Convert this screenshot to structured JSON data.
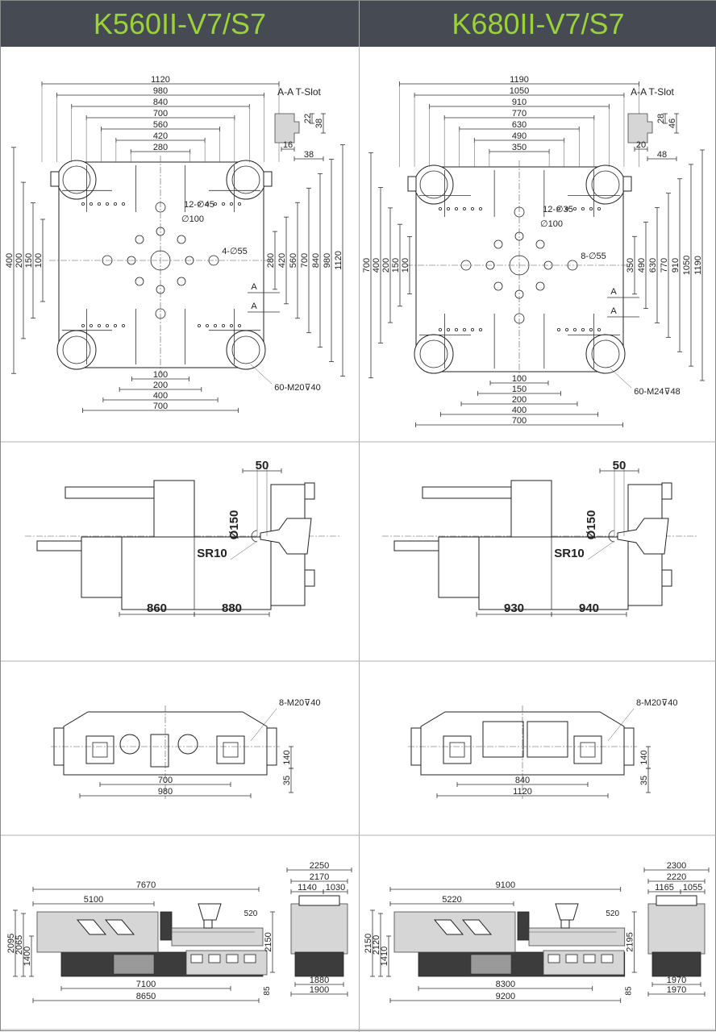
{
  "headers": {
    "left": "K560II-V7/S7",
    "right": "K680II-V7/S7"
  },
  "platen": {
    "left": {
      "tslot_title": "A-A T-Slot",
      "tslot_dims": [
        "22",
        "38",
        "16",
        "38"
      ],
      "top_dims": [
        "1120",
        "980",
        "840",
        "700",
        "560",
        "420",
        "280"
      ],
      "right_dims": [
        "280",
        "420",
        "560",
        "700",
        "840",
        "980",
        "1120"
      ],
      "left_dims": [
        "400",
        "200",
        "150",
        "100"
      ],
      "bottom_dims": [
        "100",
        "200",
        "400",
        "700"
      ],
      "labels": [
        "12-∅45",
        "∅100",
        "4-∅55",
        "A",
        "A"
      ],
      "note": "60-M20⊽40"
    },
    "right": {
      "tslot_title": "A-A T-Slot",
      "tslot_dims": [
        "28",
        "46",
        "20",
        "48"
      ],
      "top_dims": [
        "1190",
        "1050",
        "910",
        "770",
        "630",
        "490",
        "350"
      ],
      "right_dims": [
        "350",
        "490",
        "630",
        "770",
        "910",
        "1050",
        "1190"
      ],
      "left_dims": [
        "700",
        "400",
        "200",
        "150",
        "100"
      ],
      "bottom_dims": [
        "100",
        "150",
        "200",
        "400",
        "700"
      ],
      "labels": [
        "12-∅35",
        "∅100",
        "8-∅55",
        "A",
        "A"
      ],
      "note": "60-M24⊽48"
    }
  },
  "nozzle": {
    "left": {
      "top": "50",
      "dia": "Ø150",
      "sr": "SR10",
      "bottom": [
        "860",
        "880"
      ]
    },
    "right": {
      "top": "50",
      "dia": "Ø150",
      "sr": "SR10",
      "bottom": [
        "930",
        "940"
      ]
    }
  },
  "ejector": {
    "left": {
      "note": "8-M20⊽40",
      "dims": [
        "700",
        "980"
      ],
      "side": [
        "140",
        "35"
      ]
    },
    "right": {
      "note": "8-M20⊽40",
      "dims": [
        "840",
        "1120"
      ],
      "side": [
        "140",
        "35"
      ]
    }
  },
  "machine": {
    "left": {
      "top_dims": [
        "7670",
        "5100",
        "520"
      ],
      "side_dims": [
        "2095",
        "2065",
        "1400",
        "2150"
      ],
      "bottom_dims": [
        "7100",
        "8650",
        "85"
      ],
      "end_top": [
        "2250",
        "2170",
        "1140",
        "1030"
      ],
      "end_bottom": [
        "1880",
        "1900"
      ]
    },
    "right": {
      "top_dims": [
        "9100",
        "5220",
        "520"
      ],
      "side_dims": [
        "2150",
        "2120",
        "1410",
        "2195"
      ],
      "bottom_dims": [
        "8300",
        "9200",
        "85"
      ],
      "end_top": [
        "2300",
        "2220",
        "1165",
        "1055"
      ],
      "end_bottom": [
        "1970",
        "1970"
      ]
    }
  }
}
